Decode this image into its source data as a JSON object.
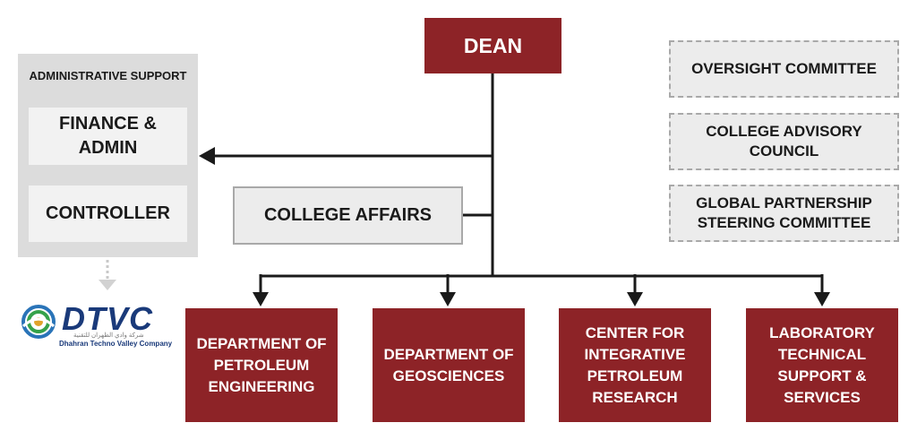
{
  "dean": "DEAN",
  "admin": {
    "title": "ADMINISTRATIVE SUPPORT",
    "finance": "FINANCE & ADMIN",
    "controller": "CONTROLLER"
  },
  "college_affairs": "COLLEGE AFFAIRS",
  "committees": [
    "OVERSIGHT COMMITTEE",
    "COLLEGE ADVISORY COUNCIL",
    "GLOBAL PARTNERSHIP STEERING COMMITTEE"
  ],
  "departments": [
    "DEPARTMENT OF PETROLEUM ENGINEERING",
    "DEPARTMENT OF GEOSCIENCES",
    "CENTER FOR INTEGRATIVE PETROLEUM RESEARCH",
    "LABORATORY TECHNICAL SUPPORT & SERVICES"
  ],
  "logo": {
    "name": "DTVC",
    "subtitle": "Dhahran Techno Valley Company",
    "arabic": "شركة وادي الظهران للتقنية"
  },
  "colors": {
    "accent": "#8d2327",
    "panel": "#dcdcdc",
    "box": "#ececec"
  }
}
